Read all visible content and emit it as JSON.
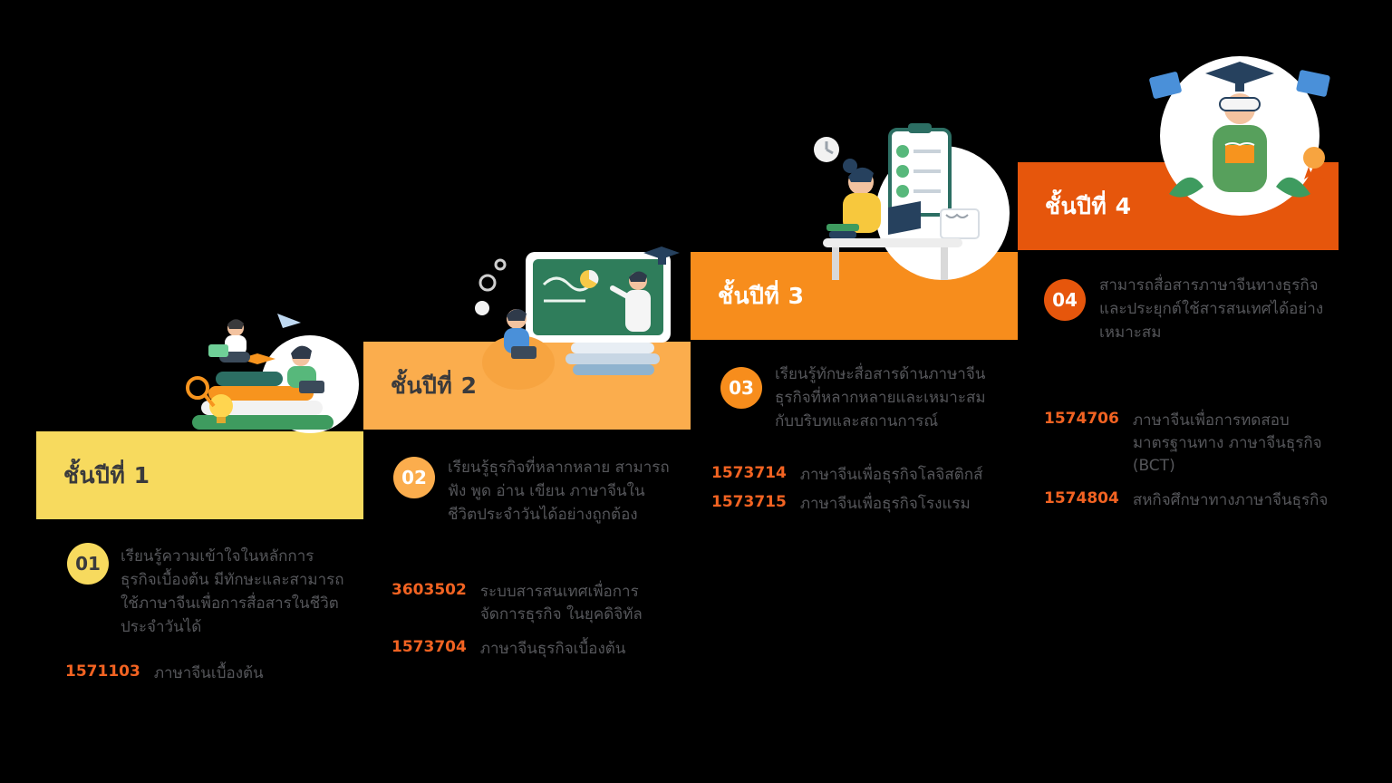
{
  "page": {
    "background": "#000000",
    "type": "curriculum-step-infographic"
  },
  "colors": {
    "year1_accent": "#F7DA5E",
    "year2_accent": "#FBAD4D",
    "year3_accent": "#F78D1C",
    "year4_accent": "#E6560C",
    "course_code": "#F26322",
    "body_text": "#55565A",
    "title_dark": "#3A3A3C",
    "title_light": "#FFFFFF"
  },
  "icons": [
    "year1-students-on-books-illustration",
    "year2-online-classroom-illustration",
    "year3-woman-laptop-checklist-illustration",
    "year4-graduate-vr-illustration"
  ],
  "steps": [
    {
      "number": "01",
      "title": "ชั้นปีที่ 1",
      "description": "เรียนรู้ความเข้าใจในหลักการธุรกิจเบื้องต้น มีทักษะและสามารถใช้ภาษาจีนเพื่อการสื่อสารในชีวิตประจำวันได้",
      "courses": [
        {
          "code": "1571103",
          "name": "ภาษาจีนเบื้องต้น"
        }
      ]
    },
    {
      "number": "02",
      "title": "ชั้นปีที่ 2",
      "description": "เรียนรู้ธุรกิจที่หลากหลาย สามารถฟัง พูด อ่าน เขียน ภาษาจีนในชีวิตประจำวันได้อย่างถูกต้อง",
      "courses": [
        {
          "code": "3603502",
          "name": "ระบบสารสนเทศเพื่อการจัดการธุรกิจ ในยุคดิจิทัล"
        },
        {
          "code": "1573704",
          "name": "ภาษาจีนธุรกิจเบื้องต้น"
        }
      ]
    },
    {
      "number": "03",
      "title": "ชั้นปีที่ 3",
      "description": "เรียนรู้ทักษะสื่อสารด้านภาษาจีนธุรกิจที่หลากหลายและเหมาะสมกับบริบทและสถานการณ์",
      "courses": [
        {
          "code": "1573714",
          "name": "ภาษาจีนเพื่อธุรกิจโลจิสติกส์"
        },
        {
          "code": "1573715",
          "name": "ภาษาจีนเพื่อธุรกิจโรงแรม"
        }
      ]
    },
    {
      "number": "04",
      "title": "ชั้นปีที่ 4",
      "description": "สามารถสื่อสารภาษาจีนทางธุรกิจและประยุกต์ใช้สารสนเทศได้อย่างเหมาะสม",
      "courses": [
        {
          "code": "1574706",
          "name": "ภาษาจีนเพื่อการทดสอบมาตรฐานทาง ภาษาจีนธุรกิจ (BCT)"
        },
        {
          "code": "1574804",
          "name": "สหกิจศึกษาทางภาษาจีนธุรกิจ"
        }
      ]
    }
  ]
}
